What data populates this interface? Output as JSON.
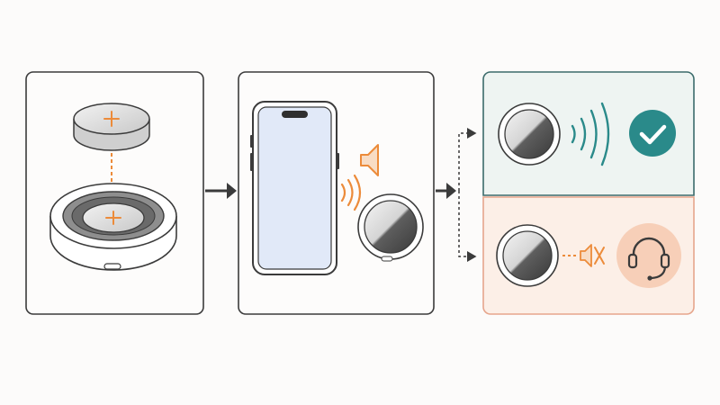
{
  "diagram": {
    "steps": [
      {
        "id": "insert-battery",
        "icons": [
          "battery-plus-icon",
          "arrow-down-icon",
          "tracker-open-icon",
          "battery-plus-icon"
        ]
      },
      {
        "id": "play-sound",
        "icons": [
          "phone-icon",
          "speaker-icon",
          "sound-waves-icon",
          "tracker-icon"
        ]
      },
      {
        "id": "outcomes",
        "branches": [
          {
            "id": "sound-heard",
            "icons": [
              "tracker-icon",
              "sound-waves-icon",
              "check-icon"
            ]
          },
          {
            "id": "no-sound",
            "icons": [
              "tracker-icon",
              "speaker-muted-icon",
              "headset-support-icon"
            ]
          }
        ]
      }
    ],
    "colors": {
      "outline": "#3b3b3b",
      "accent_orange": "#ec8b3a",
      "success_teal": "#2a8a8a",
      "success_bg": "#eef4f2",
      "fail_bg": "#fcefe7",
      "fail_border": "#e6a58c",
      "support_circle": "#f7cfb8",
      "phone_screen": "#e1e9f8"
    }
  }
}
